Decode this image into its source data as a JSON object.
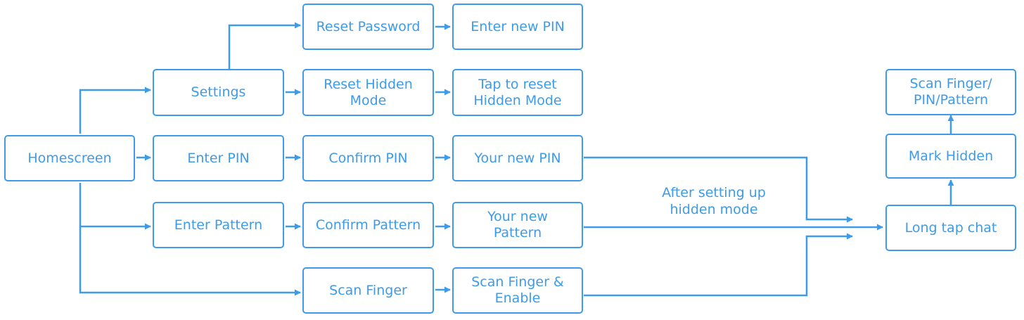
{
  "colors": {
    "accent": "#3d9be9",
    "background": "#ffffff"
  },
  "nodes": {
    "homescreen": "Homescreen",
    "settings": "Settings",
    "enter_pin": "Enter PIN",
    "enter_pattern": "Enter Pattern",
    "reset_password": "Reset Password",
    "reset_hidden_mode": "Reset Hidden\nMode",
    "confirm_pin": "Confirm PIN",
    "confirm_pattern": "Confirm Pattern",
    "scan_finger": "Scan Finger",
    "enter_new_pin": "Enter new PIN",
    "tap_to_reset": "Tap to reset\nHidden Mode",
    "your_new_pin": "Your new PIN",
    "your_new_pattern": "Your new\nPattern",
    "scan_finger_enable": "Scan Finger &\nEnable",
    "long_tap_chat": "Long tap chat",
    "mark_hidden": "Mark Hidden",
    "scan_finger_pin_pattern": "Scan Finger/\nPIN/Pattern"
  },
  "annotation": "After setting up\nhidden mode"
}
